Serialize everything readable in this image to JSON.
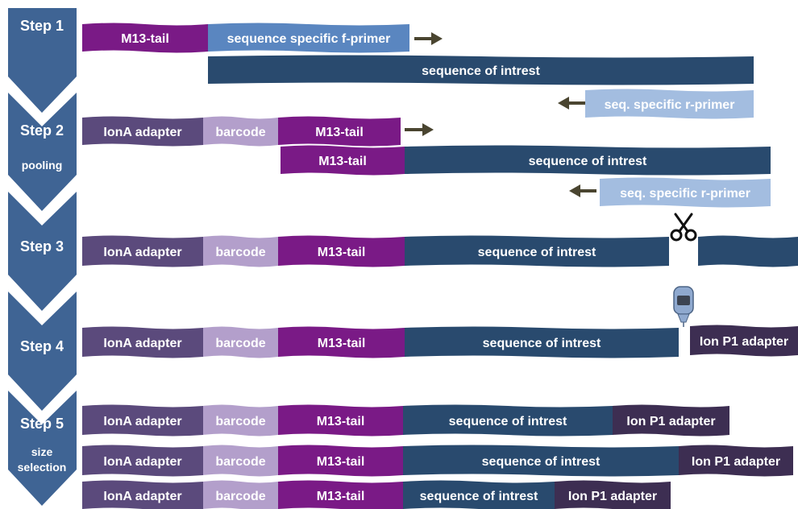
{
  "colors": {
    "step_arrow": "#3f6494",
    "m13_tail": "#7a1a86",
    "ionA_adapter": "#5b4a7c",
    "barcode": "#b39fcb",
    "sequence": "#294a6e",
    "f_primer": "#5a86c0",
    "r_primer": "#a3bde0",
    "ion_p1": "#3d2e52",
    "arrow": "#4a4530"
  },
  "steps": [
    {
      "label": "Step 1",
      "sub": ""
    },
    {
      "label": "Step 2",
      "sub": "pooling"
    },
    {
      "label": "Step 3",
      "sub": ""
    },
    {
      "label": "Step 4",
      "sub": ""
    },
    {
      "label": "Step 5",
      "sub": "size\nselection"
    }
  ],
  "labels": {
    "m13_tail": "M13-tail",
    "f_primer": "sequence specific f-primer",
    "sequence": "sequence of intrest",
    "r_primer": "seq. specific r-primer",
    "ionA_adapter": "IonA adapter",
    "barcode": "barcode",
    "ion_p1": "Ion P1 adapter"
  },
  "icons": {
    "scissors": "scissors-icon",
    "ligase_tube": "ligase-tube-icon"
  }
}
